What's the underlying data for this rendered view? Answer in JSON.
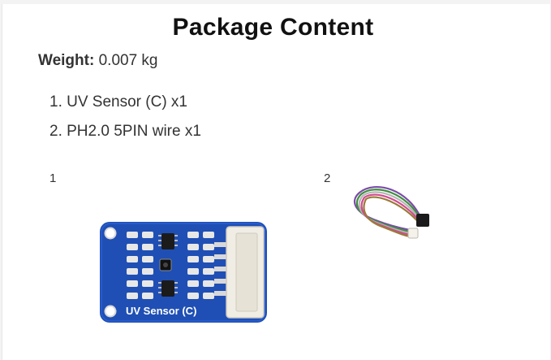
{
  "page": {
    "title": "Package Content",
    "weight_label": "Weight:",
    "weight_value": "0.007 kg"
  },
  "items": [
    {
      "label": "1. UV Sensor (C) x1"
    },
    {
      "label": "2. PH2.0 5PIN wire x1"
    }
  ],
  "figures": [
    {
      "number": "1",
      "board_text": "UV Sensor (C)"
    },
    {
      "number": "2"
    }
  ],
  "colors": {
    "board": "#1f4fb4",
    "connector": "#f0ede4",
    "pad": "#e7e7e7"
  }
}
